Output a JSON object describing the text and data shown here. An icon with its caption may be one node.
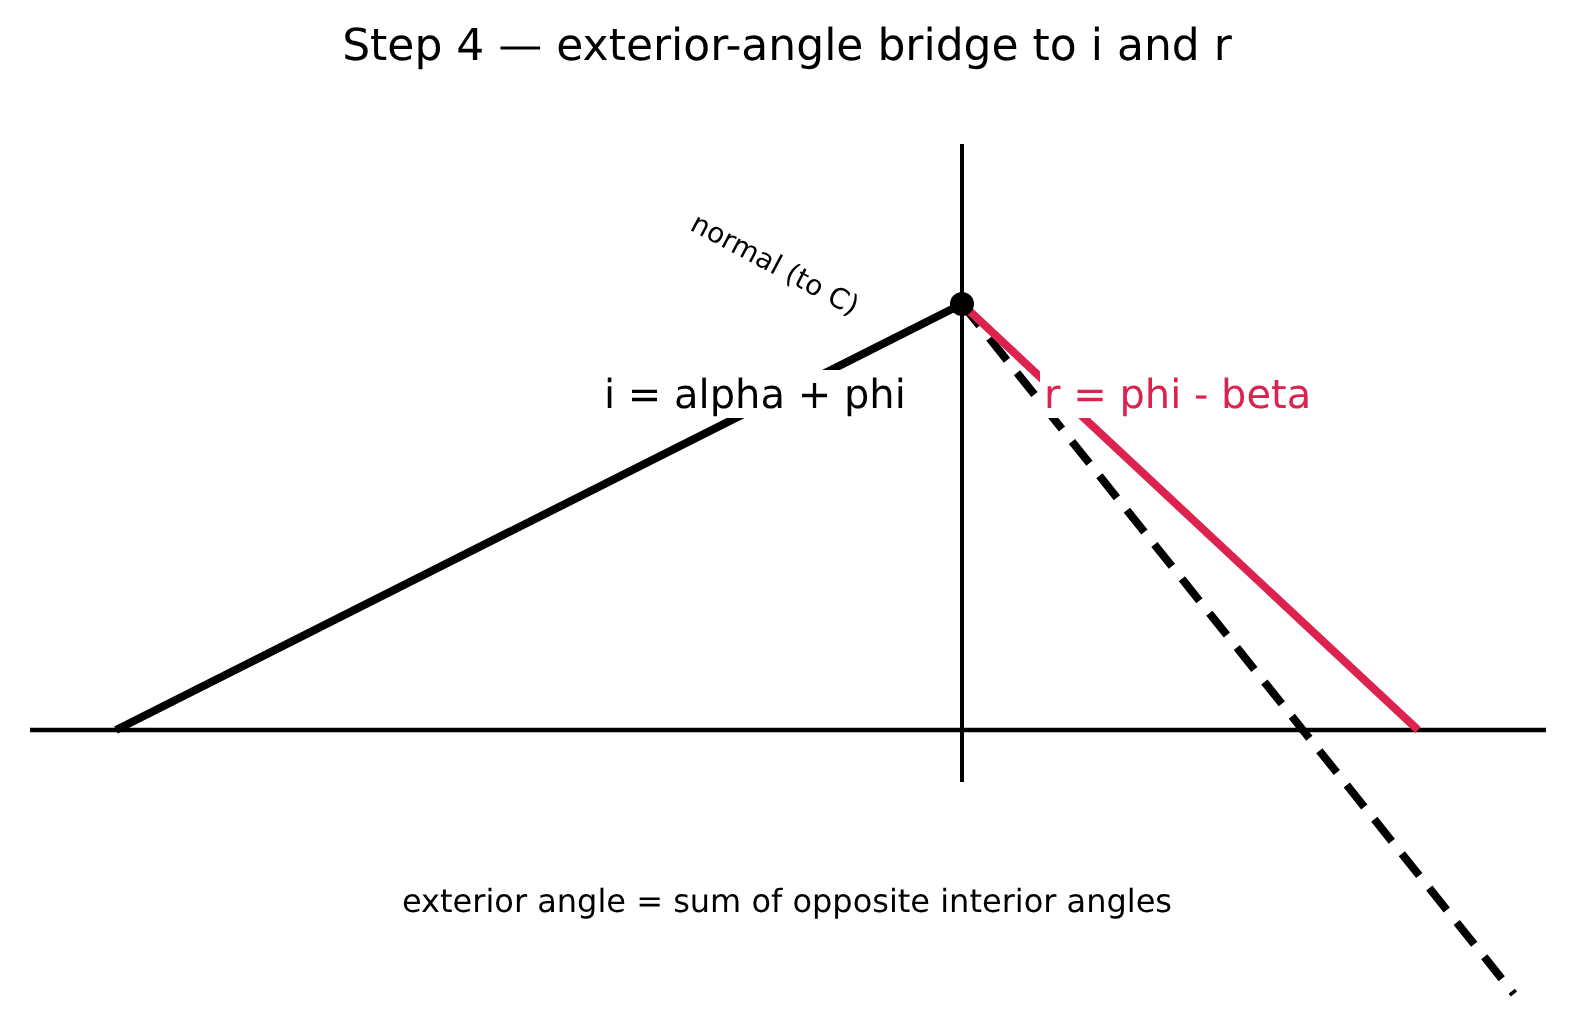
{
  "diagram": {
    "title": "Step 4 — exterior-angle bridge to i and r",
    "labels": [
      "normal (to C)",
      "i = alpha + phi",
      "r = phi - beta",
      "exterior angle = sum of opposite interior angles"
    ]
  }
}
